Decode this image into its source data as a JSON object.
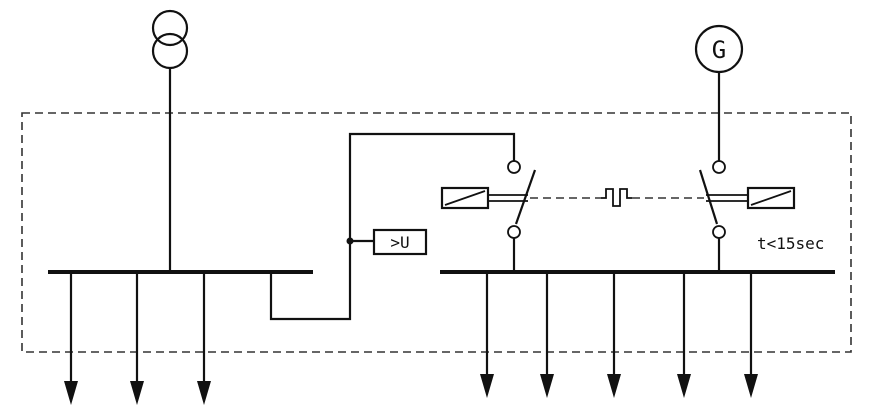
{
  "generator": {
    "symbol_label": "G"
  },
  "relay": {
    "label": ">U"
  },
  "timing": {
    "label": "t<15sec"
  },
  "icons": [
    "transformer-icon",
    "generator-icon",
    "undervoltage-relay-icon",
    "actuator-icon",
    "arrow-down-icon",
    "pulse-icon"
  ]
}
